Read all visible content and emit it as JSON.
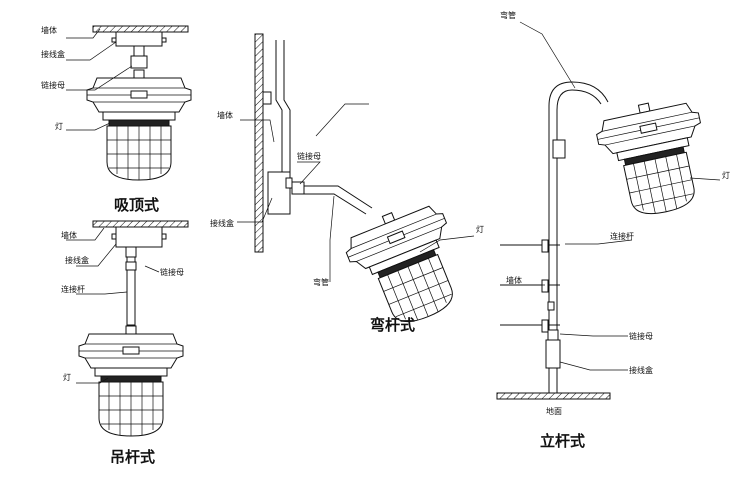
{
  "labels": {
    "wall": "墙体",
    "junction_box": "接线盒",
    "chain_nut": "链接母",
    "lamp": "灯",
    "connecting_rod": "连接杆",
    "bent_pipe": "弯管",
    "ground": "地面"
  },
  "titles": {
    "ceiling": "吸顶式",
    "pendant": "吊杆式",
    "bent_arm": "弯杆式",
    "pole": "立杆式"
  }
}
